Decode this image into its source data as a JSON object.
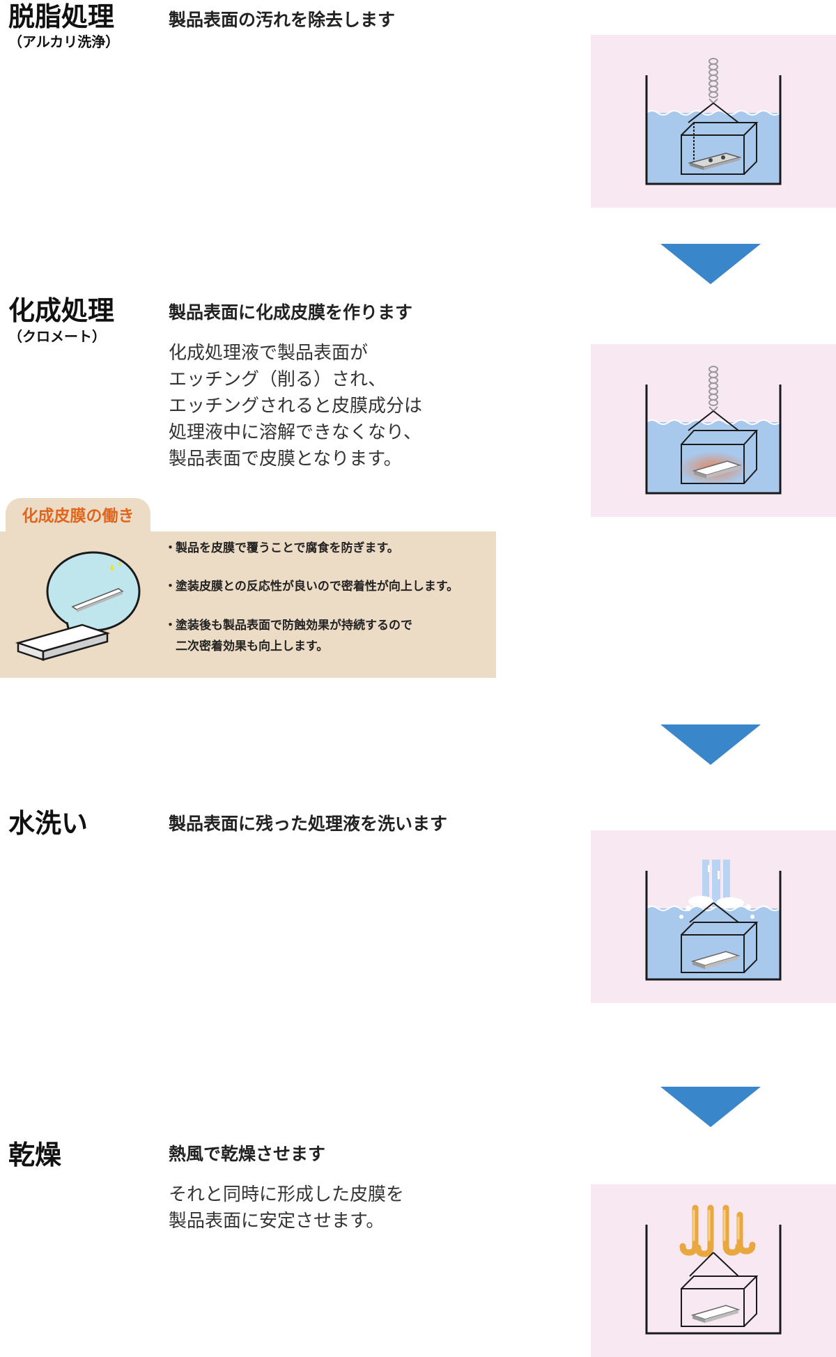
{
  "colors": {
    "panel_bg": "#f7e8f1",
    "water": "#a8c8ec",
    "arrow": "#3a86cb",
    "card_bg": "#ecdcc5",
    "card_tab_text": "#e0651d"
  },
  "steps": [
    {
      "title": "脱脂処理",
      "subtitle": "（アルカリ洗浄）",
      "lead": "製品表面の汚れを除去します",
      "desc": []
    },
    {
      "title": "化成処理",
      "subtitle": "（クロメート）",
      "lead": "製品表面に化成皮膜を作ります",
      "desc": [
        "化成処理液で製品表面が",
        "エッチング（削る）され、",
        "エッチングされると皮膜成分は",
        "処理液中に溶解できなくなり、",
        "製品表面で皮膜となります。"
      ]
    },
    {
      "title": "水洗い",
      "subtitle": "",
      "lead": "製品表面に残った処理液を洗います",
      "desc": []
    },
    {
      "title": "乾燥",
      "subtitle": "",
      "lead": "熱風で乾燥させます",
      "desc": [
        "それと同時に形成した皮膜を",
        "製品表面に安定させます。"
      ]
    }
  ],
  "film_card": {
    "tab_label": "化成皮膜の働き",
    "bullets": [
      {
        "marker": "・",
        "lines": [
          "製品を皮膜で覆うことで腐食を防ぎます。"
        ]
      },
      {
        "marker": "・",
        "lines": [
          "塗装皮膜との反応性が良いので密着性が向上します。"
        ]
      },
      {
        "marker": "・",
        "lines": [
          "塗装後も製品表面で防蝕効果が持続するので",
          "二次密着効果も向上します。"
        ]
      }
    ]
  },
  "icons": {
    "arrows": "down-triangle-icon",
    "degrease": "degreasing-tank-icon",
    "chemical": "chemical-conversion-tank-icon",
    "rinse": "water-rinse-tank-icon",
    "dry": "hot-air-drying-icon",
    "coated_plate": "coated-plate-speech-bubble-icon"
  }
}
